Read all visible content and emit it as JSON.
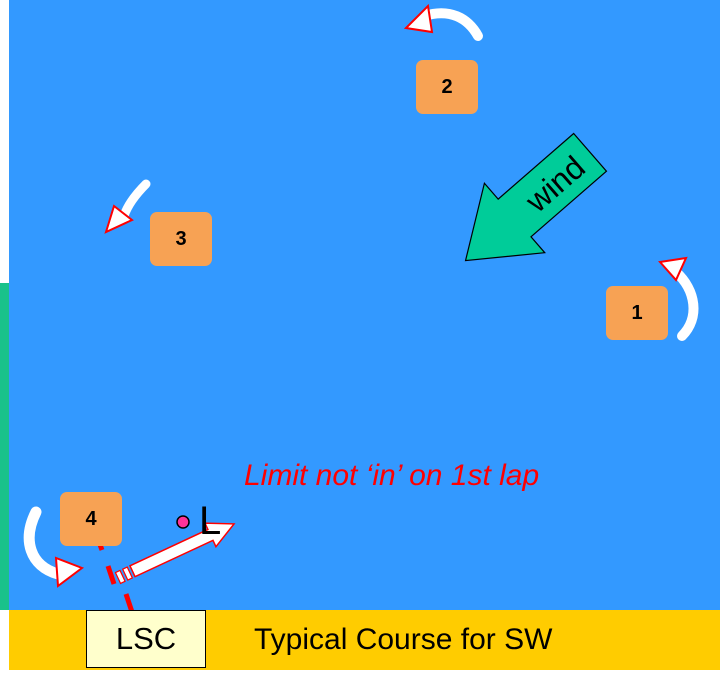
{
  "marks": {
    "m1": "1",
    "m2": "2",
    "m3": "3",
    "m4": "4"
  },
  "wind_label": "wind",
  "note": "Limit not ‘in’ on 1st lap",
  "limit_mark_label": "L",
  "committee_boat_label": "LSC",
  "title": "Typical Course for SW",
  "colors": {
    "water": "#3399ff",
    "mark": "#f7a254",
    "wind_arrow": "#00cc99",
    "rounding_arrow": "#ff0000",
    "note": "#ff0000",
    "footer": "#ffcc00",
    "side_strip": "#19c28a",
    "limit_mark": "#ff3399"
  }
}
